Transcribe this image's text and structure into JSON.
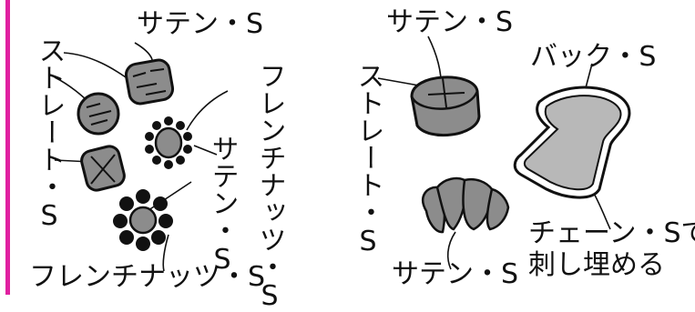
{
  "colors": {
    "accent": "#e020a0",
    "fill": "#8c8c8c",
    "fill_light": "#b8b8b8",
    "ink": "#111111"
  },
  "left_panel": {
    "satin_top": "サテン・S",
    "straight": "ストレート・S",
    "french_knots_right": "フレンチナッツ・S",
    "satin_right": "サテン・S",
    "french_knots_bottom": "フレンチナッツ・S"
  },
  "right_panel": {
    "satin_top": "サテン・S",
    "straight": "ストレート・S",
    "back": "バック・S",
    "satin_bottom": "サテン・S",
    "chain_fill": "チェーン・Sで\n刺し埋める"
  }
}
